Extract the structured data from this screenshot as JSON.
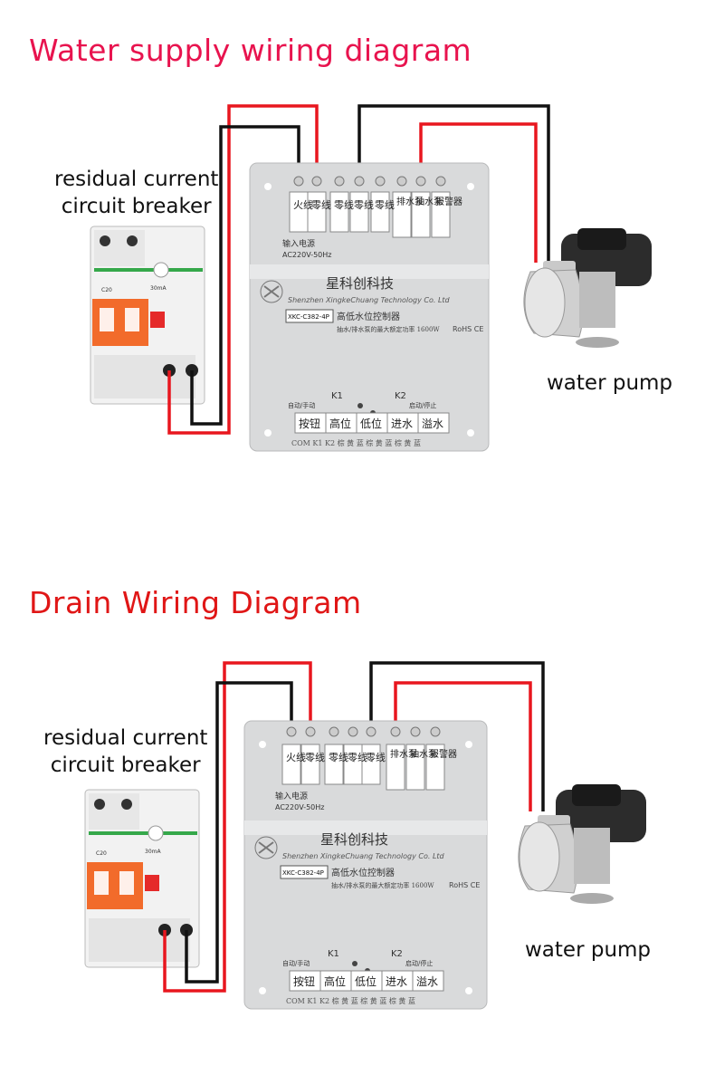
{
  "colors": {
    "title": "#e8134e",
    "title2": "#e01616",
    "wire_red": "#e8161e",
    "wire_black": "#111111",
    "breaker_orange": "#f26b2b",
    "panel": "#d9dadb"
  },
  "diagrams": [
    {
      "title": "Water supply wiring diagram",
      "breaker_label_1": "residual current",
      "breaker_label_2": "circuit breaker",
      "pump_label": "water pump"
    },
    {
      "title": "Drain Wiring Diagram",
      "breaker_label_1": "residual current",
      "breaker_label_2": "circuit breaker",
      "pump_label": "water pump"
    }
  ],
  "controller": {
    "terminals": [
      "火线",
      "零线",
      "零线",
      "零线",
      "零线",
      "排水泵",
      "抽水泵",
      "报警器"
    ],
    "input_label_1": "输入电源",
    "input_label_2": "AC220V-50Hz",
    "brand": "星科创科技",
    "company": "Shenzhen XingkeChuang Technology Co. Ltd",
    "model": "XKC-C382-4P",
    "product": "高低水位控制器",
    "spec": "抽水/排水泵的最大额定功率 1600W",
    "cert": "RoHS CE",
    "k1": "K1",
    "k2": "K2",
    "mode_left": "自动/手动",
    "mode_right": "启动/停止",
    "bottom_terms": [
      "按钮",
      "高位",
      "低位",
      "进水",
      "溢水"
    ],
    "bottom_codes": "COM K1 K2 棕 黄 蓝 棕 黄 蓝 棕 黄 蓝"
  },
  "breaker": {
    "model": "C20",
    "rating": "30mA"
  }
}
